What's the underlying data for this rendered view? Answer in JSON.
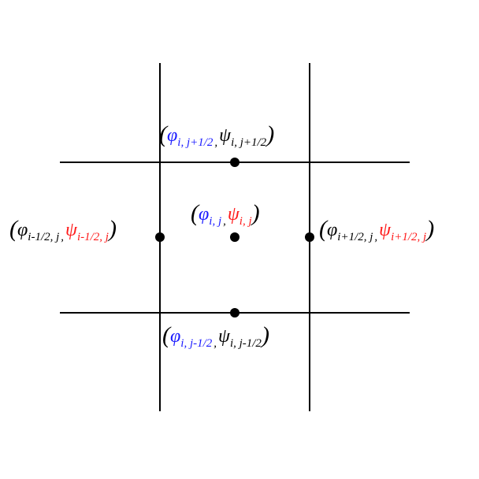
{
  "colors": {
    "blue": "#1a1aff",
    "red": "#ff1a1a",
    "black": "#000000"
  },
  "labels": {
    "top": {
      "open": "(",
      "phi": "φ",
      "phi_sub": "i, j+1/2",
      "comma": ",",
      "psi": "ψ",
      "psi_sub": "i, j+1/2",
      "close": ")"
    },
    "center": {
      "open": "(",
      "phi": "φ",
      "phi_sub": "i, j",
      "comma": ",",
      "psi": "ψ",
      "psi_sub": "i, j",
      "close": ")"
    },
    "left": {
      "open": "(",
      "phi": "φ",
      "phi_sub": "i-1/2, j",
      "comma": ",",
      "psi": "ψ",
      "psi_sub": "i-1/2, j",
      "close": ")"
    },
    "right": {
      "open": "(",
      "phi": "φ",
      "phi_sub": "i+1/2, j",
      "comma": ",",
      "psi": "ψ",
      "psi_sub": "i+1/2, j",
      "close": ")"
    },
    "bottom": {
      "open": "(",
      "phi": "φ",
      "phi_sub": "i, j-1/2",
      "comma": ",",
      "psi": "ψ",
      "psi_sub": "i, j-1/2",
      "close": ")"
    }
  }
}
